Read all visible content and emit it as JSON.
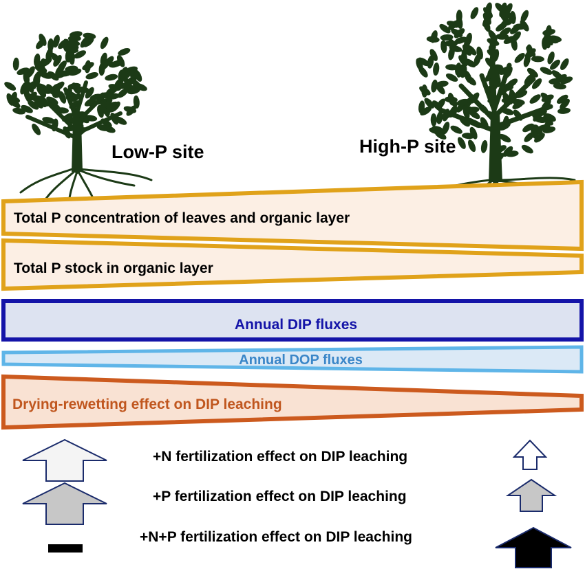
{
  "sites": {
    "low": "Low-P site",
    "high": "High-P site"
  },
  "wedges": {
    "total_p_concentration": "Total P concentration of leaves and organic layer",
    "total_p_stock": "Total P stock in organic layer",
    "annual_dip": "Annual DIP fluxes",
    "annual_dop": "Annual DOP fluxes",
    "drying_rewetting": "Drying-rewetting effect on DIP leaching"
  },
  "fertilization": {
    "n": "+N fertilization effect on DIP leaching",
    "p": "+P fertilization effect on DIP leaching",
    "np": "+N+P fertilization effect on DIP leaching"
  },
  "colors": {
    "gold": "#e0a21a",
    "gold_fill": "#fcefe4",
    "dark_blue": "#1414a8",
    "blue_fill": "#dde3f1",
    "light_blue": "#5fb5e8",
    "light_blue_fill": "#dbe9f6",
    "orange": "#cc5a1e",
    "orange_fill": "#f9e2d3",
    "orange_text": "#c0561e",
    "dop_text": "#3a86c8",
    "tree": "#1c3a16",
    "arrow_outline": "#1a2b6b"
  },
  "icons": {
    "tree": "tree-icon",
    "arrow": "up-arrow-icon",
    "bar": "neutral-bar-icon"
  }
}
